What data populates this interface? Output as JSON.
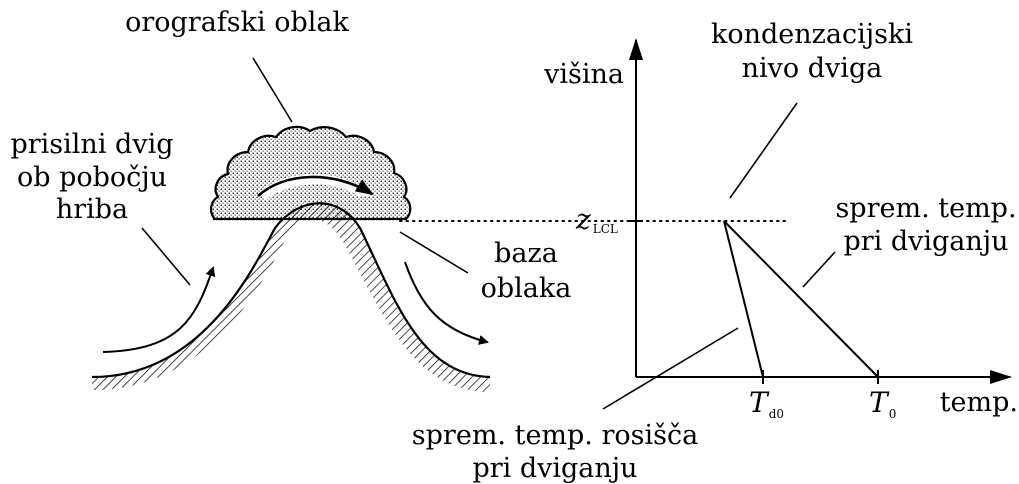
{
  "left_panel": {
    "cloud_label": "orografski oblak",
    "forced_lift_label": [
      "prisilni dvig",
      "ob pobočju",
      "hriba"
    ],
    "cloud_base_label": [
      "baza",
      "oblaka"
    ]
  },
  "right_panel": {
    "y_axis_label": "višina",
    "x_axis_label": "temp.",
    "lcl_label": [
      "kondenzacijski",
      "nivo dviga"
    ],
    "z_lcl": {
      "symbol": "z",
      "subscript": "LCL"
    },
    "t_d0": {
      "symbol": "T",
      "subscript": "d0"
    },
    "t_0": {
      "symbol": "T",
      "subscript": "0"
    },
    "dry_adiabat_label": [
      "sprem. temp.",
      "pri dviganju"
    ],
    "dewpoint_label": [
      "sprem. temp. rosišča",
      "pri dviganju"
    ]
  },
  "colors": {
    "ink": "#000000",
    "background": "#ffffff"
  }
}
